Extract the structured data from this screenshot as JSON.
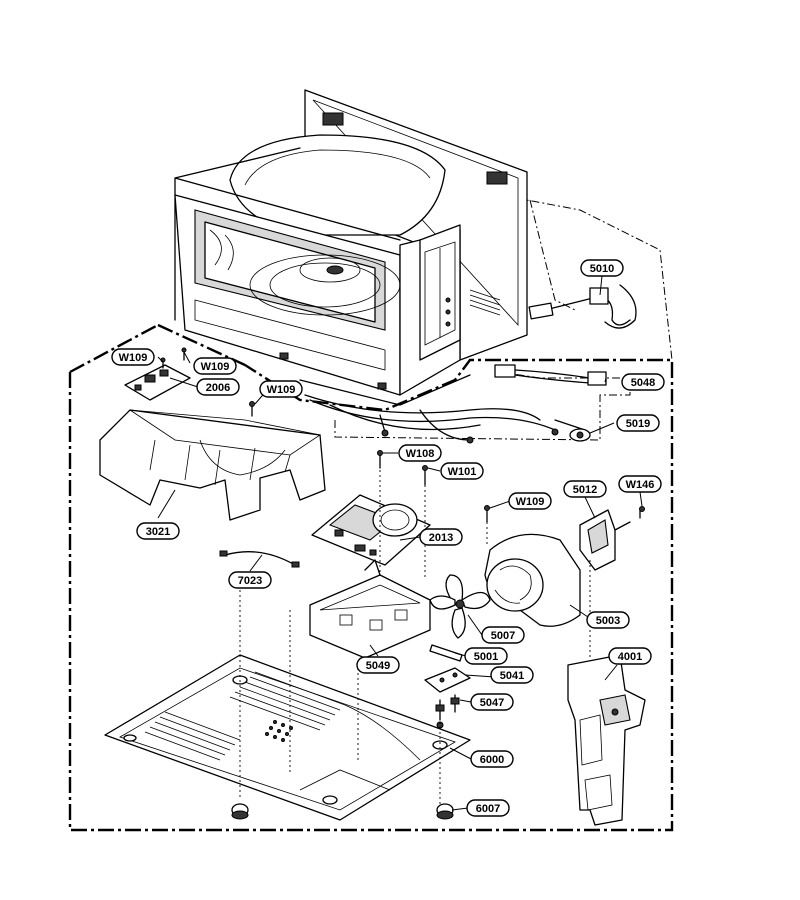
{
  "diagram": {
    "parts": [
      {
        "key": "p5010",
        "label": "5010"
      },
      {
        "key": "pW109a",
        "label": "W109"
      },
      {
        "key": "pW109b",
        "label": "W109"
      },
      {
        "key": "p2006",
        "label": "2006"
      },
      {
        "key": "pW109c",
        "label": "W109"
      },
      {
        "key": "p5048",
        "label": "5048"
      },
      {
        "key": "p5019",
        "label": "5019"
      },
      {
        "key": "pW108",
        "label": "W108"
      },
      {
        "key": "pW101",
        "label": "W101"
      },
      {
        "key": "pW109d",
        "label": "W109"
      },
      {
        "key": "p5012",
        "label": "5012"
      },
      {
        "key": "pW146",
        "label": "W146"
      },
      {
        "key": "p3021",
        "label": "3021"
      },
      {
        "key": "p2013",
        "label": "2013"
      },
      {
        "key": "p7023",
        "label": "7023"
      },
      {
        "key": "p5003",
        "label": "5003"
      },
      {
        "key": "p5007",
        "label": "5007"
      },
      {
        "key": "p4001",
        "label": "4001"
      },
      {
        "key": "p5001",
        "label": "5001"
      },
      {
        "key": "p5049",
        "label": "5049"
      },
      {
        "key": "p5041",
        "label": "5041"
      },
      {
        "key": "p5047",
        "label": "5047"
      },
      {
        "key": "p6000",
        "label": "6000"
      },
      {
        "key": "p6007",
        "label": "6007"
      }
    ]
  }
}
